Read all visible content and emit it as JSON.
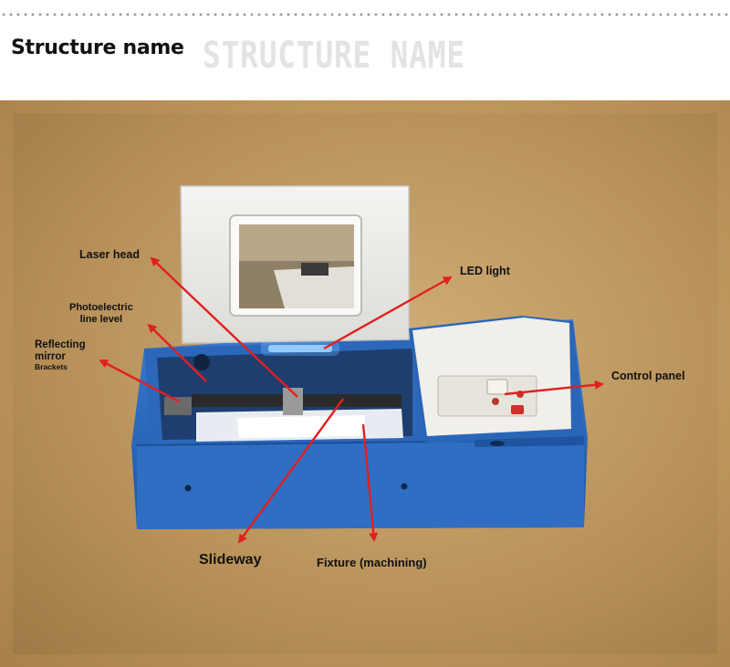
{
  "header": {
    "title": "Structure name",
    "title_watermark": "STRUCTURE NAME"
  },
  "labels": {
    "laser_head": "Laser head",
    "led_light": "LED light",
    "photoelectric_line1": "Photoelectric",
    "photoelectric_line2": "line level",
    "reflecting_line1": "Reflecting",
    "reflecting_line2": "mirror",
    "reflecting_line3": "Brackets",
    "control_panel": "Control panel",
    "slideway": "Slideway",
    "fixture": "Fixture (machining)"
  },
  "colors": {
    "arrow": "#e02020",
    "machine_blue": "#2a66b8",
    "background_tan": "#c29d63"
  }
}
